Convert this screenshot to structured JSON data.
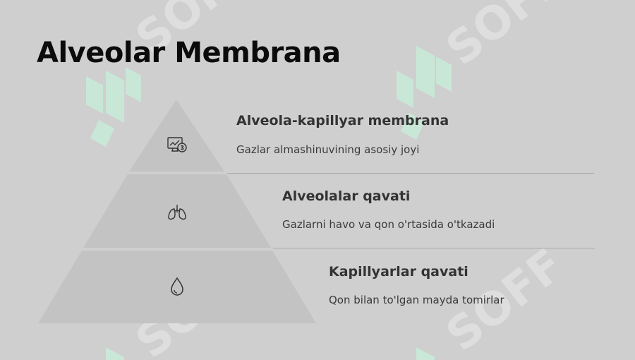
{
  "title": "Alveolar Membrana",
  "layers": [
    {
      "title": "Alveola-kapillyar membrana",
      "description": "Gazlar almashinuvining asosiy joyi",
      "icon": "chart-money-icon"
    },
    {
      "title": "Alveolalar qavati",
      "description": "Gazlarni havo va qon o'rtasida o'tkazadi",
      "icon": "lungs-icon"
    },
    {
      "title": "Kapillyarlar qavati",
      "description": "Qon bilan to'lgan mayda tomirlar",
      "icon": "droplet-icon"
    }
  ],
  "watermark": {
    "text": "SOFF",
    "color": "#c8ecd9"
  },
  "colors": {
    "background": "#cfcfcf",
    "pyramid": "#c3c3c3",
    "text": "#333333",
    "divider": "#a9a9a9"
  }
}
